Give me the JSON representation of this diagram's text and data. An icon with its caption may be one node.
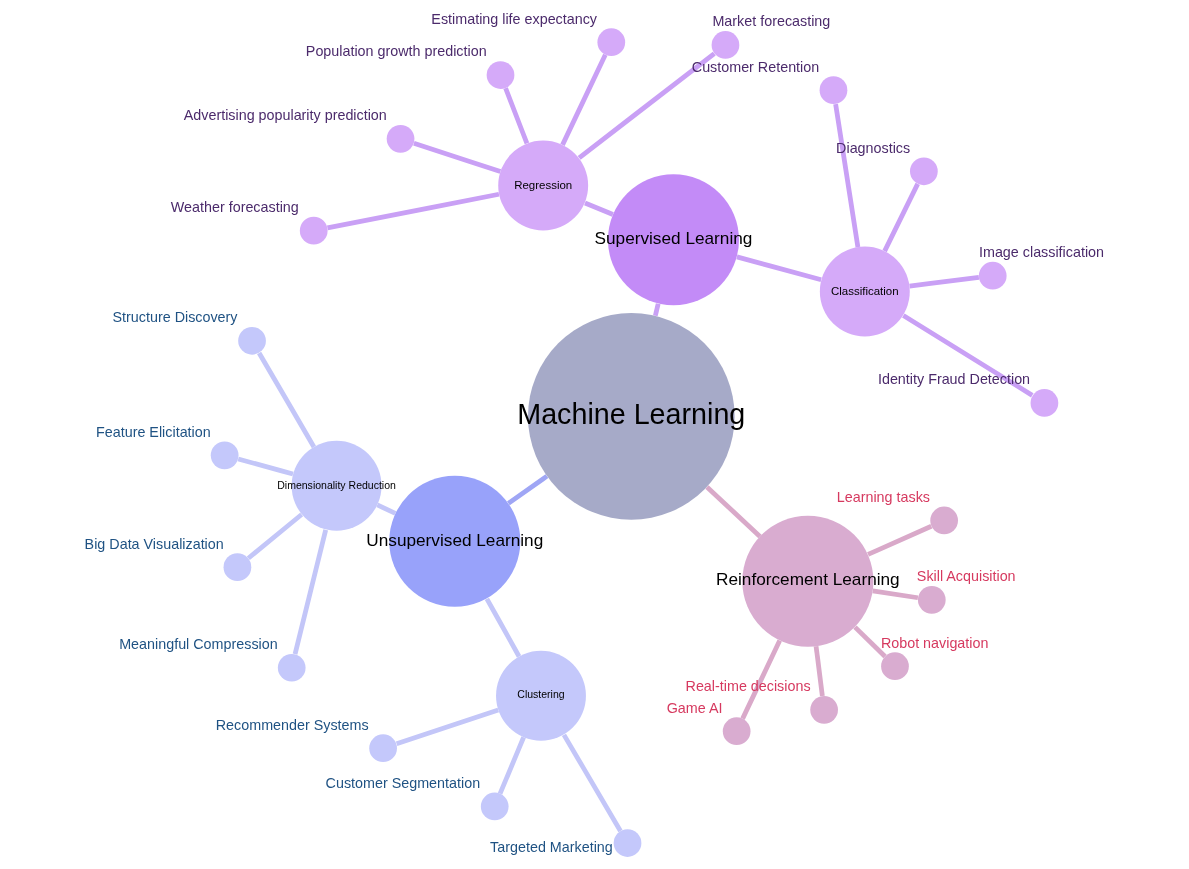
{
  "diagram": {
    "nodes": [
      {
        "text": [
          "Machine Learning"
        ]
      },
      {
        "text": [
          "Supervised Learning"
        ]
      },
      {
        "text": [
          "Classification"
        ]
      },
      {
        "text": [],
        "shape": "circle",
        "beside": [
          "Identity Fraud Detection"
        ]
      },
      {
        "text": [],
        "shape": "circle",
        "beside": [
          "Image classification"
        ]
      },
      {
        "text": [],
        "shape": "circle",
        "beside": [
          "Diagnostics"
        ]
      },
      {
        "text": [],
        "shape": "circle",
        "beside": [
          "Customer Retention"
        ]
      },
      {
        "text": [
          "Regression"
        ]
      },
      {
        "text": [],
        "shape": "circle",
        "beside": [
          "Market forecasting"
        ]
      },
      {
        "text": [],
        "shape": "circle",
        "beside": [
          "Estimating life expectancy"
        ]
      },
      {
        "text": [],
        "shape": "circle",
        "beside": [
          "Population growth prediction"
        ]
      },
      {
        "text": [],
        "shape": "circle",
        "beside": [
          "Advertising popularity prediction"
        ]
      },
      {
        "text": [],
        "shape": "circle",
        "beside": [
          "Weather forecasting"
        ]
      },
      {
        "text": [
          "Unsupervised Learning"
        ]
      },
      {
        "text": [
          "Dimensionality Reduction"
        ]
      },
      {
        "text": [],
        "shape": "circle",
        "beside": [
          "Structure Discovery"
        ]
      },
      {
        "text": [],
        "shape": "circle",
        "beside": [
          "Feature Elicitation"
        ]
      },
      {
        "text": [],
        "shape": "circle",
        "beside": [
          "Big Data Visualization"
        ]
      },
      {
        "text": [],
        "shape": "circle",
        "beside": [
          "Meaningful Compression"
        ]
      },
      {
        "text": [
          "Clustering"
        ]
      },
      {
        "text": [],
        "shape": "circle",
        "beside": [
          "Recommender Systems"
        ]
      },
      {
        "text": [],
        "shape": "circle",
        "beside": [
          "Customer Segmentation"
        ]
      },
      {
        "text": [],
        "shape": "circle",
        "beside": [
          "Targeted Marketing"
        ]
      },
      {
        "text": [
          "Reinforcement Learning"
        ]
      },
      {
        "text": [],
        "shape": "circle",
        "beside": [
          "Game AI"
        ]
      },
      {
        "text": [],
        "shape": "circle",
        "beside": [
          "Real-time decisions"
        ]
      },
      {
        "text": [],
        "shape": "circle",
        "beside": [
          "Robot navigation"
        ]
      },
      {
        "text": [],
        "shape": "circle",
        "beside": [
          "Skill Acquisition"
        ]
      },
      {
        "text": [],
        "shape": "circle",
        "beside": [
          "Learning tasks"
        ]
      }
    ],
    "edges": [
      {
        "from": 0,
        "to": 1,
        "arrow": "none"
      },
      {
        "from": 1,
        "to": 2,
        "arrow": "none"
      },
      {
        "from": 2,
        "to": 3,
        "arrow": "none"
      },
      {
        "from": 2,
        "to": 4,
        "arrow": "none"
      },
      {
        "from": 2,
        "to": 5,
        "arrow": "none"
      },
      {
        "from": 2,
        "to": 6,
        "arrow": "none"
      },
      {
        "from": 1,
        "to": 7,
        "arrow": "none"
      },
      {
        "from": 7,
        "to": 8,
        "arrow": "none"
      },
      {
        "from": 7,
        "to": 9,
        "arrow": "none"
      },
      {
        "from": 7,
        "to": 10,
        "arrow": "none"
      },
      {
        "from": 7,
        "to": 11,
        "arrow": "none"
      },
      {
        "from": 7,
        "to": 12,
        "arrow": "none"
      },
      {
        "from": 0,
        "to": 13,
        "arrow": "none",
        "color": "#9fa6f5"
      },
      {
        "from": 13,
        "to": 14,
        "arrow": "none",
        "color": "#c3c6f8"
      },
      {
        "from": 14,
        "to": 15,
        "arrow": "none",
        "color": "#c3c6f8"
      },
      {
        "from": 14,
        "to": 16,
        "arrow": "none",
        "color": "#c3c6f8"
      },
      {
        "from": 14,
        "to": 17,
        "arrow": "none",
        "color": "#c3c6f8"
      },
      {
        "from": 14,
        "to": 18,
        "arrow": "none",
        "color": "#c3c6f8"
      },
      {
        "from": 13,
        "to": 19,
        "arrow": "none",
        "color": "#c3c6f8"
      },
      {
        "from": 19,
        "to": 20,
        "arrow": "none",
        "color": "#c3c6f8"
      },
      {
        "from": 19,
        "to": 21,
        "arrow": "none",
        "color": "#c3c6f8"
      },
      {
        "from": 19,
        "to": 22,
        "arrow": "none",
        "color": "#c3c6f8"
      },
      {
        "from": 0,
        "to": 23,
        "arrow": "none",
        "color": "#d9a9c9"
      },
      {
        "from": 23,
        "to": 24,
        "arrow": "none",
        "color": "#d9a9c9"
      },
      {
        "from": 23,
        "to": 25,
        "arrow": "none",
        "color": "#d9a9c9"
      },
      {
        "from": 23,
        "to": 26,
        "arrow": "none",
        "color": "#d9a9c9"
      },
      {
        "from": 23,
        "to": 27,
        "arrow": "none",
        "color": "#d9a9c9"
      },
      {
        "from": 23,
        "to": 28,
        "arrow": "none",
        "color": "#d9a9c9"
      }
    ]
  }
}
